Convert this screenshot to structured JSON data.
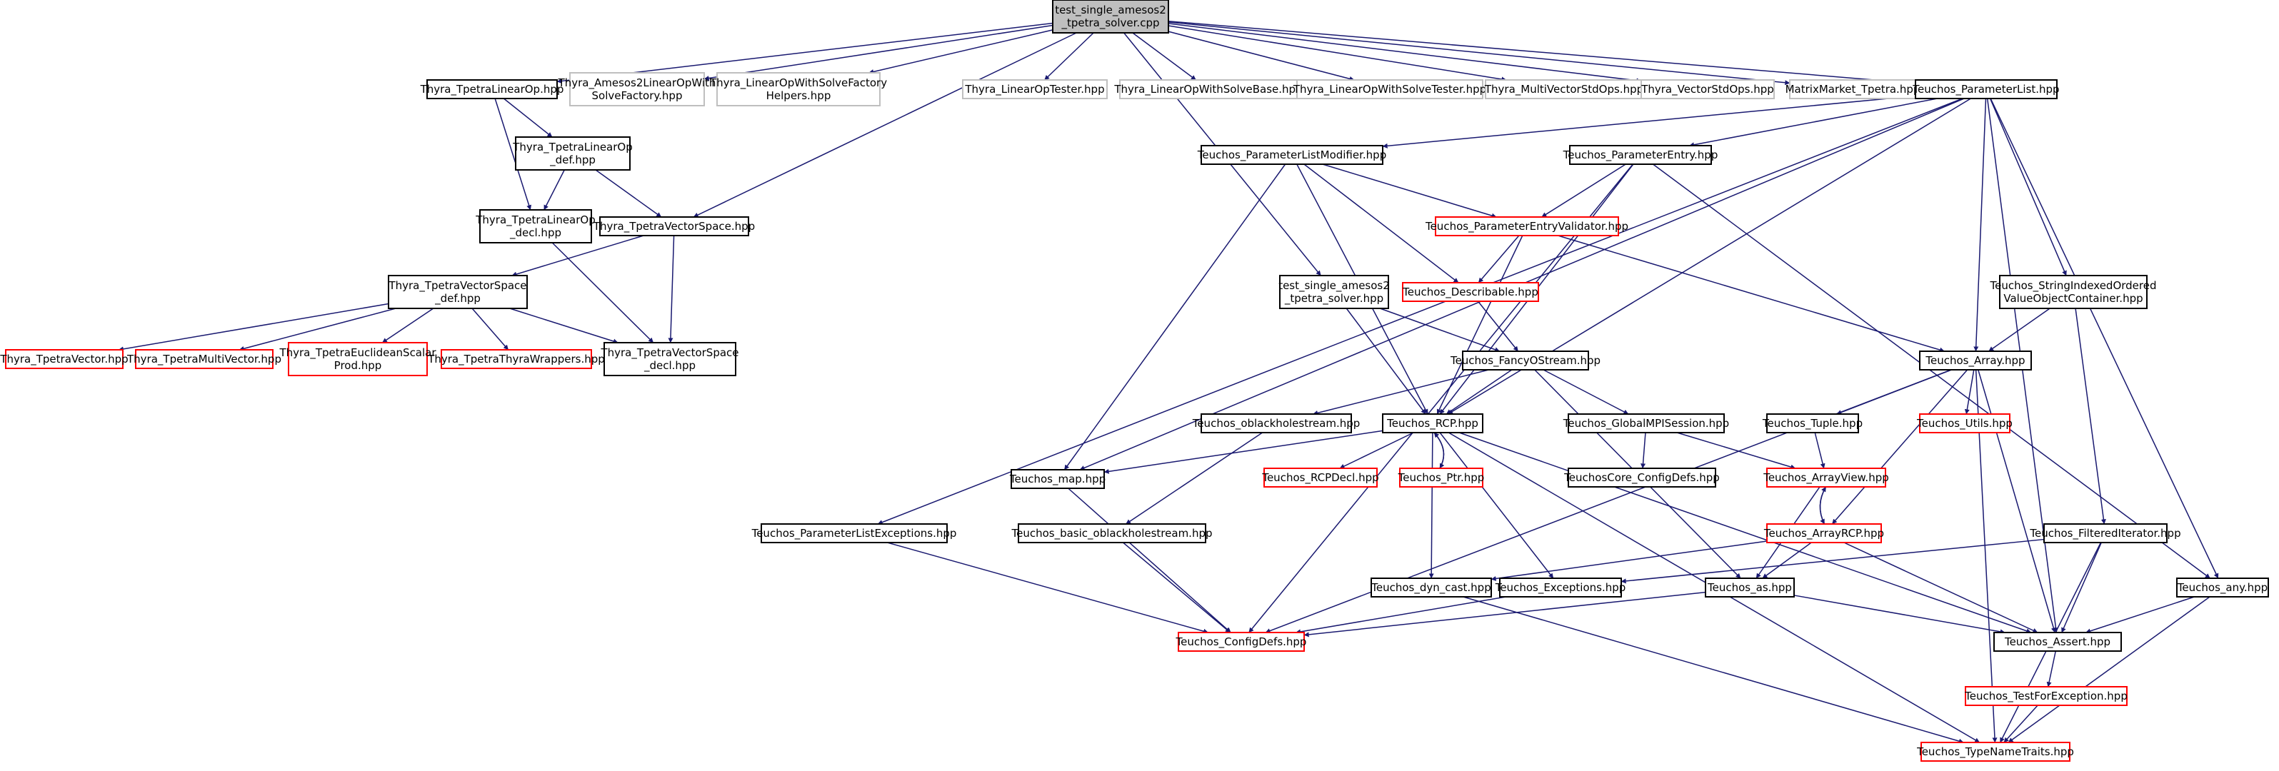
{
  "diagram": {
    "colors": {
      "root_fill": "#bfbfbf",
      "normal_stroke": "#000000",
      "truncated_stroke": "#ff0000",
      "external_stroke": "#bfbfbf",
      "edge": "#191970",
      "text": "#000000"
    },
    "nodes": [
      {
        "id": "root",
        "label": [
          "test_single_amesos2",
          "_tpetra_solver.cpp"
        ],
        "kind": "root"
      },
      {
        "id": "thyra_tlo",
        "label": [
          "Thyra_TpetraLinearOp.hpp"
        ],
        "kind": "normal"
      },
      {
        "id": "thyra_amesos",
        "label": [
          "Thyra_Amesos2LinearOpWith",
          "SolveFactory.hpp"
        ],
        "kind": "external"
      },
      {
        "id": "thyra_lows_fh",
        "label": [
          "Thyra_LinearOpWithSolveFactory",
          "Helpers.hpp"
        ],
        "kind": "external"
      },
      {
        "id": "thyra_lot",
        "label": [
          "Thyra_LinearOpTester.hpp"
        ],
        "kind": "external"
      },
      {
        "id": "thyra_lowsb",
        "label": [
          "Thyra_LinearOpWithSolveBase.hpp"
        ],
        "kind": "external"
      },
      {
        "id": "thyra_lowst",
        "label": [
          "Thyra_LinearOpWithSolveTester.hpp"
        ],
        "kind": "external"
      },
      {
        "id": "thyra_mvso",
        "label": [
          "Thyra_MultiVectorStdOps.hpp"
        ],
        "kind": "external"
      },
      {
        "id": "thyra_vso",
        "label": [
          "Thyra_VectorStdOps.hpp"
        ],
        "kind": "external"
      },
      {
        "id": "mm_tpetra",
        "label": [
          "MatrixMarket_Tpetra.hpp"
        ],
        "kind": "external"
      },
      {
        "id": "t_pl",
        "label": [
          "Teuchos_ParameterList.hpp"
        ],
        "kind": "normal"
      },
      {
        "id": "thyra_tlo_def",
        "label": [
          "Thyra_TpetraLinearOp",
          "_def.hpp"
        ],
        "kind": "normal"
      },
      {
        "id": "thyra_tlo_decl",
        "label": [
          "Thyra_TpetraLinearOp",
          "_decl.hpp"
        ],
        "kind": "normal"
      },
      {
        "id": "thyra_tvs",
        "label": [
          "Thyra_TpetraVectorSpace.hpp"
        ],
        "kind": "normal"
      },
      {
        "id": "thyra_tvs_def",
        "label": [
          "Thyra_TpetraVectorSpace",
          "_def.hpp"
        ],
        "kind": "normal"
      },
      {
        "id": "thyra_tv",
        "label": [
          "Thyra_TpetraVector.hpp"
        ],
        "kind": "truncated"
      },
      {
        "id": "thyra_tmv",
        "label": [
          "Thyra_TpetraMultiVector.hpp"
        ],
        "kind": "truncated"
      },
      {
        "id": "thyra_tesp",
        "label": [
          "Thyra_TpetraEuclideanScalar",
          "Prod.hpp"
        ],
        "kind": "truncated"
      },
      {
        "id": "thyra_ttw",
        "label": [
          "Thyra_TpetraThyraWrappers.hpp"
        ],
        "kind": "truncated"
      },
      {
        "id": "thyra_tvs_decl",
        "label": [
          "Thyra_TpetraVectorSpace",
          "_decl.hpp"
        ],
        "kind": "normal"
      },
      {
        "id": "t_plm",
        "label": [
          "Teuchos_ParameterListModifier.hpp"
        ],
        "kind": "normal"
      },
      {
        "id": "t_pe",
        "label": [
          "Teuchos_ParameterEntry.hpp"
        ],
        "kind": "normal"
      },
      {
        "id": "t_pev",
        "label": [
          "Teuchos_ParameterEntryValidator.hpp"
        ],
        "kind": "truncated"
      },
      {
        "id": "test_hpp",
        "label": [
          "test_single_amesos2",
          "_tpetra_solver.hpp"
        ],
        "kind": "normal"
      },
      {
        "id": "t_desc",
        "label": [
          "Teuchos_Describable.hpp"
        ],
        "kind": "truncated"
      },
      {
        "id": "t_sivoc",
        "label": [
          "Teuchos_StringIndexedOrdered",
          "ValueObjectContainer.hpp"
        ],
        "kind": "normal"
      },
      {
        "id": "t_fos",
        "label": [
          "Teuchos_FancyOStream.hpp"
        ],
        "kind": "normal"
      },
      {
        "id": "t_array",
        "label": [
          "Teuchos_Array.hpp"
        ],
        "kind": "normal"
      },
      {
        "id": "t_obs",
        "label": [
          "Teuchos_oblackholestream.hpp"
        ],
        "kind": "normal"
      },
      {
        "id": "t_rcp",
        "label": [
          "Teuchos_RCP.hpp"
        ],
        "kind": "normal"
      },
      {
        "id": "t_gmpi",
        "label": [
          "Teuchos_GlobalMPISession.hpp"
        ],
        "kind": "normal"
      },
      {
        "id": "t_tuple",
        "label": [
          "Teuchos_Tuple.hpp"
        ],
        "kind": "normal"
      },
      {
        "id": "t_utils",
        "label": [
          "Teuchos_Utils.hpp"
        ],
        "kind": "truncated"
      },
      {
        "id": "t_map",
        "label": [
          "Teuchos_map.hpp"
        ],
        "kind": "normal"
      },
      {
        "id": "t_rcpdecl",
        "label": [
          "Teuchos_RCPDecl.hpp"
        ],
        "kind": "truncated"
      },
      {
        "id": "t_ptr",
        "label": [
          "Teuchos_Ptr.hpp"
        ],
        "kind": "truncated"
      },
      {
        "id": "tc_cfg",
        "label": [
          "TeuchosCore_ConfigDefs.hpp"
        ],
        "kind": "normal"
      },
      {
        "id": "t_av",
        "label": [
          "Teuchos_ArrayView.hpp"
        ],
        "kind": "truncated"
      },
      {
        "id": "t_ple",
        "label": [
          "Teuchos_ParameterListExceptions.hpp"
        ],
        "kind": "normal"
      },
      {
        "id": "t_bobs",
        "label": [
          "Teuchos_basic_oblackholestream.hpp"
        ],
        "kind": "normal"
      },
      {
        "id": "t_arcp",
        "label": [
          "Teuchos_ArrayRCP.hpp"
        ],
        "kind": "truncated"
      },
      {
        "id": "t_fi",
        "label": [
          "Teuchos_FilteredIterator.hpp"
        ],
        "kind": "normal"
      },
      {
        "id": "t_dc",
        "label": [
          "Teuchos_dyn_cast.hpp"
        ],
        "kind": "normal"
      },
      {
        "id": "t_exc",
        "label": [
          "Teuchos_Exceptions.hpp"
        ],
        "kind": "normal"
      },
      {
        "id": "t_as",
        "label": [
          "Teuchos_as.hpp"
        ],
        "kind": "normal"
      },
      {
        "id": "t_any",
        "label": [
          "Teuchos_any.hpp"
        ],
        "kind": "normal"
      },
      {
        "id": "t_cfg",
        "label": [
          "Teuchos_ConfigDefs.hpp"
        ],
        "kind": "truncated"
      },
      {
        "id": "t_assert",
        "label": [
          "Teuchos_Assert.hpp"
        ],
        "kind": "normal"
      },
      {
        "id": "t_tfe",
        "label": [
          "Teuchos_TestForException.hpp"
        ],
        "kind": "truncated"
      },
      {
        "id": "t_tnt",
        "label": [
          "Teuchos_TypeNameTraits.hpp"
        ],
        "kind": "truncated"
      }
    ],
    "edges": [
      [
        "root",
        "thyra_tlo"
      ],
      [
        "root",
        "thyra_amesos"
      ],
      [
        "root",
        "thyra_lows_fh"
      ],
      [
        "root",
        "thyra_tvs"
      ],
      [
        "root",
        "thyra_lot"
      ],
      [
        "root",
        "thyra_lowsb"
      ],
      [
        "root",
        "thyra_lowst"
      ],
      [
        "root",
        "thyra_mvso"
      ],
      [
        "root",
        "thyra_vso"
      ],
      [
        "root",
        "mm_tpetra"
      ],
      [
        "root",
        "t_pl"
      ],
      [
        "root",
        "test_hpp"
      ],
      [
        "thyra_tlo",
        "thyra_tlo_def"
      ],
      [
        "thyra_tlo",
        "thyra_tlo_decl"
      ],
      [
        "thyra_tlo_def",
        "thyra_tlo_decl"
      ],
      [
        "thyra_tlo_def",
        "thyra_tvs"
      ],
      [
        "thyra_tlo_decl",
        "thyra_tvs_decl"
      ],
      [
        "thyra_tvs",
        "thyra_tvs_def"
      ],
      [
        "thyra_tvs",
        "thyra_tvs_decl"
      ],
      [
        "thyra_tvs_def",
        "thyra_tv"
      ],
      [
        "thyra_tvs_def",
        "thyra_tmv"
      ],
      [
        "thyra_tvs_def",
        "thyra_tesp"
      ],
      [
        "thyra_tvs_def",
        "thyra_ttw"
      ],
      [
        "thyra_tvs_def",
        "thyra_tvs_decl"
      ],
      [
        "t_pl",
        "t_plm"
      ],
      [
        "t_pl",
        "t_pe"
      ],
      [
        "t_pl",
        "t_ple"
      ],
      [
        "t_pl",
        "t_map"
      ],
      [
        "t_pl",
        "t_rcp"
      ],
      [
        "t_pl",
        "t_array"
      ],
      [
        "t_pl",
        "t_sivoc"
      ],
      [
        "t_pl",
        "t_assert"
      ],
      [
        "t_pl",
        "t_any"
      ],
      [
        "t_plm",
        "t_pev"
      ],
      [
        "t_plm",
        "t_desc"
      ],
      [
        "t_plm",
        "t_rcp"
      ],
      [
        "t_plm",
        "t_map"
      ],
      [
        "t_pe",
        "t_pev"
      ],
      [
        "t_pe",
        "t_rcp"
      ],
      [
        "t_pe",
        "t_cfg"
      ],
      [
        "t_pe",
        "t_any"
      ],
      [
        "t_pev",
        "t_desc"
      ],
      [
        "t_pev",
        "t_rcp"
      ],
      [
        "t_pev",
        "t_array"
      ],
      [
        "test_hpp",
        "t_fos"
      ],
      [
        "test_hpp",
        "t_rcp"
      ],
      [
        "t_desc",
        "t_fos"
      ],
      [
        "t_fos",
        "t_obs"
      ],
      [
        "t_fos",
        "t_rcp"
      ],
      [
        "t_fos",
        "t_gmpi"
      ],
      [
        "t_fos",
        "t_as"
      ],
      [
        "t_sivoc",
        "t_array"
      ],
      [
        "t_sivoc",
        "t_fi"
      ],
      [
        "t_array",
        "t_tuple"
      ],
      [
        "t_array",
        "t_utils"
      ],
      [
        "t_array",
        "t_arcp"
      ],
      [
        "t_array",
        "t_assert"
      ],
      [
        "t_array",
        "t_tnt"
      ],
      [
        "t_array",
        "t_cfg"
      ],
      [
        "t_obs",
        "t_bobs"
      ],
      [
        "t_rcp",
        "t_map"
      ],
      [
        "t_rcp",
        "t_rcpdecl"
      ],
      [
        "t_rcp",
        "t_ptr"
      ],
      [
        "t_rcp",
        "t_dc"
      ],
      [
        "t_rcp",
        "t_exc"
      ],
      [
        "t_rcp",
        "t_assert"
      ],
      [
        "t_rcp",
        "t_tnt"
      ],
      [
        "t_ptr",
        "t_rcp"
      ],
      [
        "t_gmpi",
        "tc_cfg"
      ],
      [
        "t_gmpi",
        "t_av"
      ],
      [
        "t_tuple",
        "t_av"
      ],
      [
        "t_map",
        "t_cfg"
      ],
      [
        "t_av",
        "t_arcp"
      ],
      [
        "t_av",
        "t_as"
      ],
      [
        "t_arcp",
        "t_av"
      ],
      [
        "t_arcp",
        "t_dc"
      ],
      [
        "t_arcp",
        "t_as"
      ],
      [
        "t_arcp",
        "t_assert"
      ],
      [
        "t_ple",
        "t_cfg"
      ],
      [
        "t_bobs",
        "t_cfg"
      ],
      [
        "t_fi",
        "t_exc"
      ],
      [
        "t_fi",
        "t_assert"
      ],
      [
        "t_fi",
        "t_tnt"
      ],
      [
        "t_dc",
        "t_tnt"
      ],
      [
        "t_exc",
        "t_cfg"
      ],
      [
        "t_as",
        "t_cfg"
      ],
      [
        "t_as",
        "t_assert"
      ],
      [
        "t_any",
        "t_assert"
      ],
      [
        "t_any",
        "t_tnt"
      ],
      [
        "t_assert",
        "t_tfe"
      ],
      [
        "t_tfe",
        "t_tnt"
      ]
    ]
  }
}
